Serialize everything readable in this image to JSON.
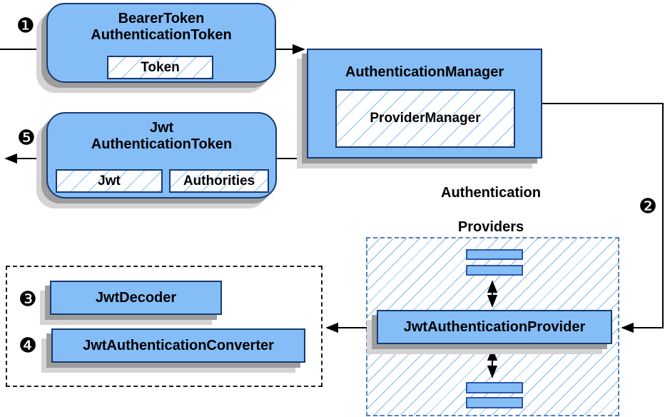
{
  "badges": {
    "b1": "❶",
    "b2": "❷",
    "b3": "❸",
    "b4": "❹",
    "b5": "❺"
  },
  "bearer": {
    "title_line1": "BearerToken",
    "title_line2": "AuthenticationToken",
    "token_label": "Token"
  },
  "manager": {
    "title": "AuthenticationManager",
    "inner_label": "ProviderManager"
  },
  "jwt_token": {
    "title_line1": "Jwt",
    "title_line2": "AuthenticationToken",
    "jwt_label": "Jwt",
    "authorities_label": "Authorities"
  },
  "providers_group": {
    "label_line1": "Authentication",
    "label_line2": "Providers",
    "provider_label": "JwtAuthenticationProvider"
  },
  "converters_group": {
    "decoder_label": "JwtDecoder",
    "converter_label": "JwtAuthenticationConverter"
  },
  "colors": {
    "box_fill": "#85bdf7",
    "box_border": "#173a6e",
    "mini_border": "#2a55a8",
    "hatch_strong": "#a6cdf2",
    "hatch_light": "#86b6e8",
    "dash_blue": "#4f81bd",
    "shadow1": "#9d9d9d",
    "shadow2": "#d4d4d4"
  }
}
